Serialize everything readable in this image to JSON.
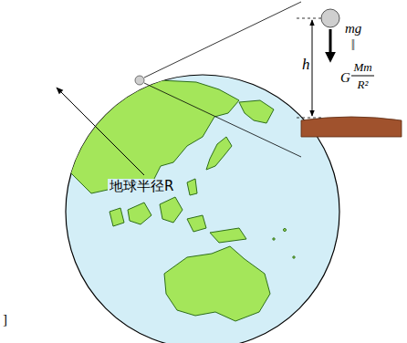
{
  "diagram": {
    "labels": [
      "地球半径R",
      "h",
      "mg",
      "||",
      "G",
      "Mm",
      "R²",
      "]"
    ]
  }
}
